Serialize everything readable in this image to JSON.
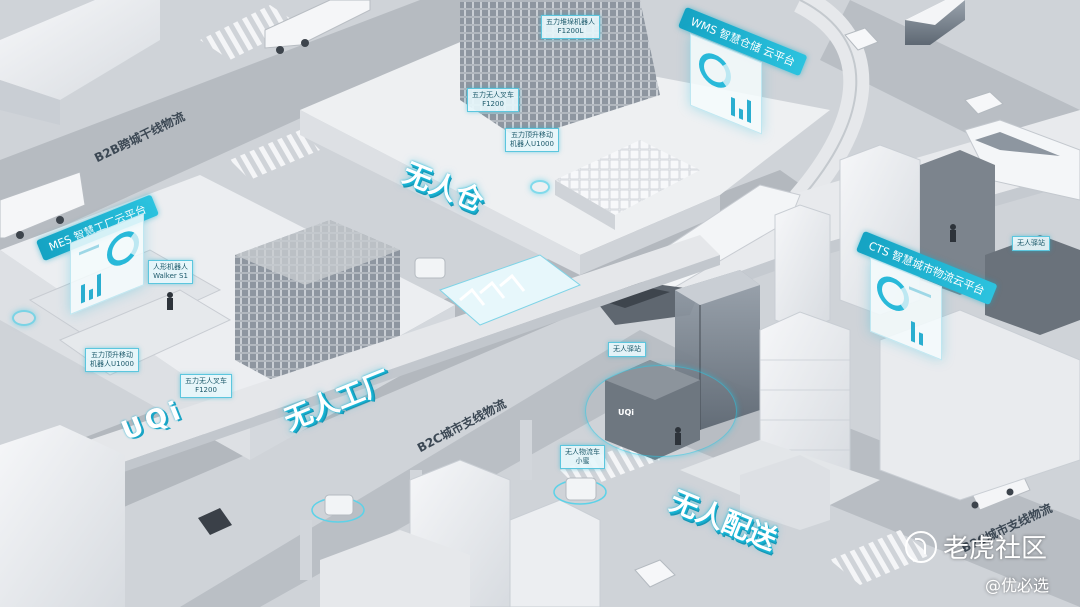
{
  "road_labels": {
    "b2b": "B2B跨城干线物流",
    "b2c_left": "B2C城市支线物流",
    "b2c_right": "B2C城市支线物流"
  },
  "zones": {
    "factory": "无人工厂",
    "warehouse": "无人仓",
    "delivery": "无人配送"
  },
  "platforms": {
    "mes": "MES 智慧工厂云平台",
    "wms": "WMS 智慧仓储 云平台",
    "cts": "CTS 智慧城市物流云平台"
  },
  "tags": {
    "stacker_robot": [
      "五力堆垛机器人",
      "F1200L"
    ],
    "warehouse_forklift": [
      "五力无人叉车",
      "F1200"
    ],
    "warehouse_jacking": [
      "五力顶升移动",
      "机器人U1000"
    ],
    "humanoid": [
      "人形机器人",
      "Walker S1"
    ],
    "factory_jacking": [
      "五力顶升移动",
      "机器人U1000"
    ],
    "factory_forklift": [
      "五力无人叉车",
      "F1200"
    ],
    "station_center": [
      "无人驿站"
    ],
    "station_right": [
      "无人驿站"
    ],
    "delivery_vehicle": [
      "无人物流车",
      "小蜜"
    ]
  },
  "logo": "UQi",
  "booth_logo": "UQi",
  "watermark": {
    "main": "老虎社区",
    "sub": "@优必选"
  },
  "colors": {
    "accent": "#1fb4d5",
    "road": "#b9bec4",
    "building": "#eef0f3"
  },
  "icons": [
    "building",
    "truck",
    "train",
    "car",
    "robot",
    "forklift",
    "shelving",
    "person",
    "watermark-logo"
  ]
}
